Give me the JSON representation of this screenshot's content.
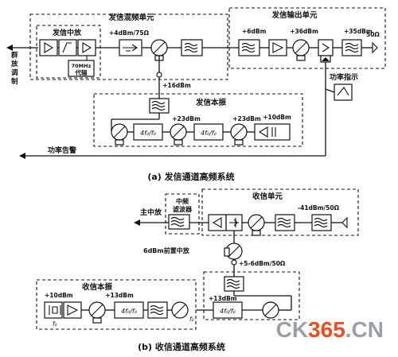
{
  "diagram_a": {
    "caption": "(a) 发信通道高频系统",
    "modules": {
      "modulator_unit": "发信混频单元",
      "output_unit": "发信输出单元",
      "local_osc": "发信本振",
      "if_amp": "发信中放",
      "delay": "70MHz",
      "delay2": "代辐"
    },
    "left_label": "群放调制",
    "signals": {
      "lvl_75": "+4dBm/75Ω",
      "lvl_6": "+6dBm",
      "lvl_36": "+36dBm",
      "lvl_35": "+35dBm",
      "lvl_50": "50Ω",
      "lvl_16": "+16dBm",
      "lvl_23a": "+23dBm",
      "lvl_23b": "+23dBm",
      "lvl_10": "+10dBm",
      "power_ind": "功率指示",
      "power_alarm": "功率告警"
    }
  },
  "diagram_b": {
    "caption": "(b) 收信通道高频系统",
    "modules": {
      "receiver_unit": "收信单元",
      "if_filter": "中频",
      "if_filter2": "滤波器",
      "local_osc": "收信本振"
    },
    "signals": {
      "main_if": "主中放",
      "lvl_41": "-41dBm/50Ω",
      "pre_amp": "6dBm前置中放",
      "lvl_56": "+5-6dBm/50Ω",
      "lvl_10": "+10dBm",
      "lvl_13a": "+13dBm",
      "lvl_13b": "+13dBm",
      "f_label": "f₀",
      "mult": "4f₀/f₀"
    }
  },
  "watermark": "CK365.CN",
  "colors": {
    "line": "#111111",
    "watermark_gray": "#9aa0a8",
    "watermark_red": "#e8501f"
  }
}
